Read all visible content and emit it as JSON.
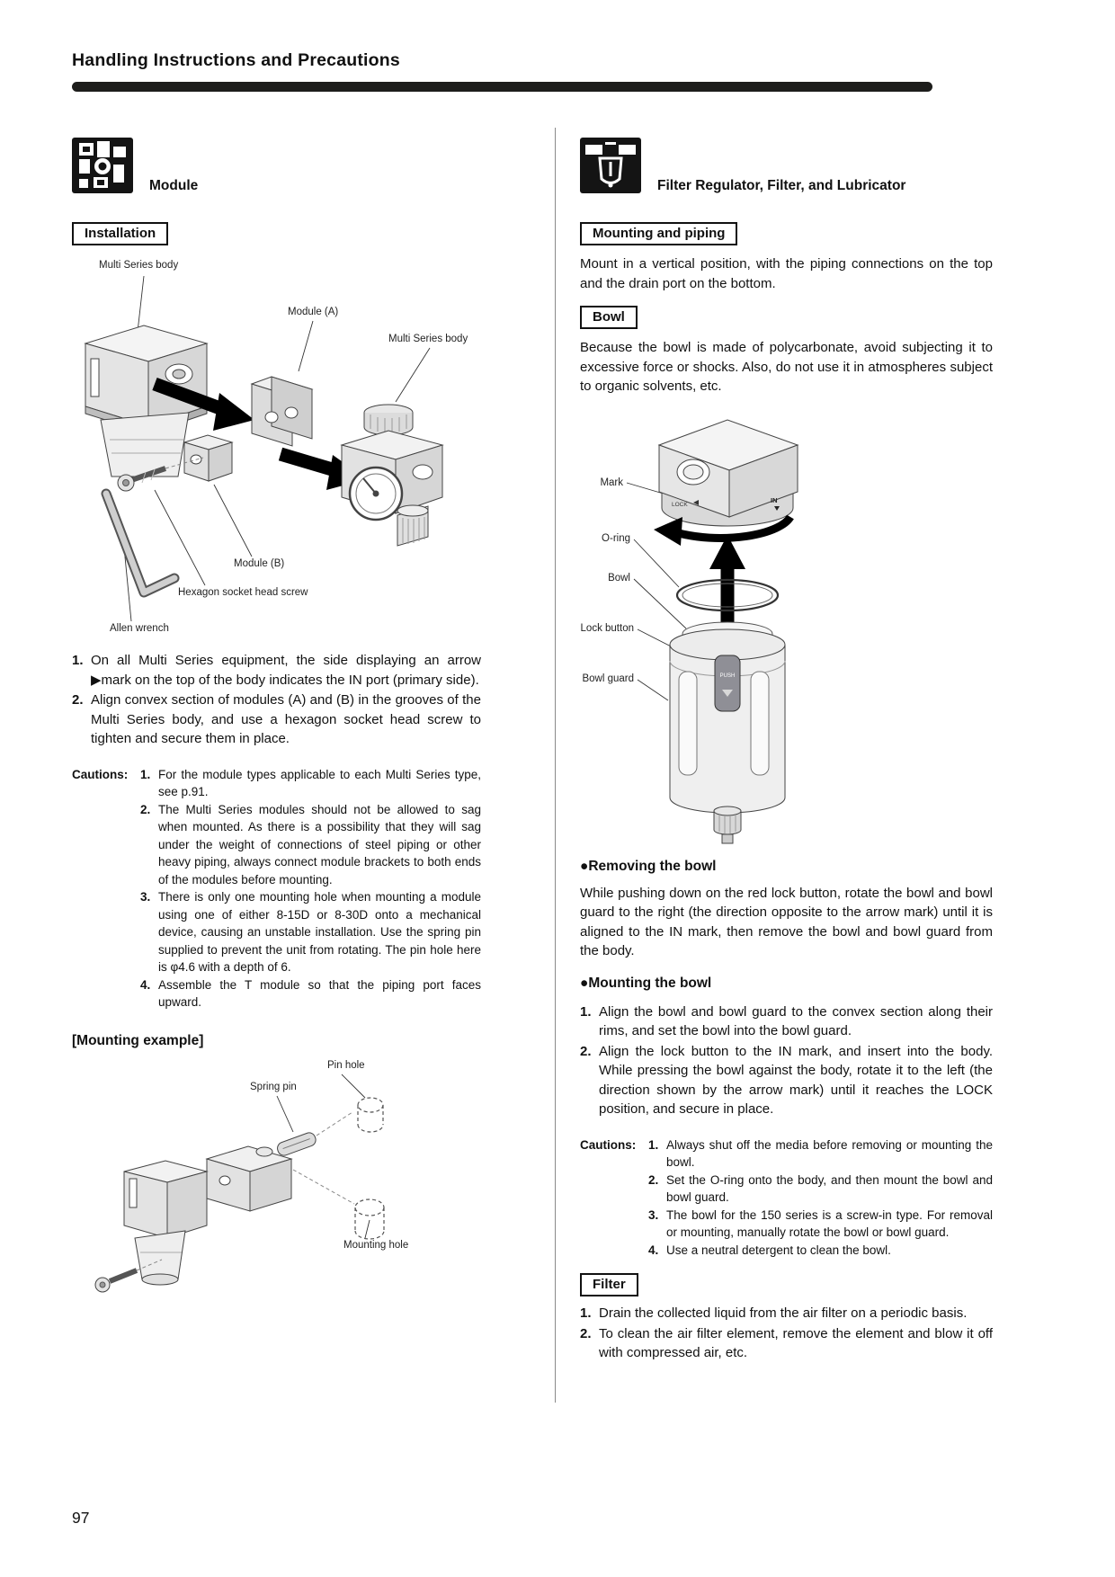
{
  "page": {
    "title": "Handling Instructions and Precautions",
    "page_number": "97"
  },
  "left_column": {
    "section": {
      "icon": "module-icon",
      "title": "Module"
    },
    "installation_box": "Installation",
    "diagram_installation": {
      "labels": {
        "multi_series_body_left": "Multi Series body",
        "module_a": "Module (A)",
        "multi_series_body_right": "Multi Series body",
        "module_b": "Module (B)",
        "hexagon_screw": "Hexagon socket head screw",
        "allen_wrench": "Allen wrench"
      }
    },
    "steps": [
      {
        "num": "1.",
        "text": "On all Multi Series equipment, the side displaying an arrow ▶mark on the top of the body indicates the IN port (primary side)."
      },
      {
        "num": "2.",
        "text": "Align convex section of modules (A) and (B) in the grooves of the Multi Series body, and use a hexagon socket head screw to tighten and secure them in place."
      }
    ],
    "cautions_label": "Cautions:",
    "cautions": [
      {
        "num": "1.",
        "text": "For the module types applicable to each Multi Series type, see p.91."
      },
      {
        "num": "2.",
        "text": "The Multi Series modules should not be allowed to sag when mounted. As there is a possibility that they will sag under the weight of connections of steel piping or other heavy piping, always connect module brackets to both ends of the modules before mounting."
      },
      {
        "num": "3.",
        "text": "There is only one mounting hole when mounting a module using one of either 8-15D or 8-30D onto a mechanical device, causing an unstable installation. Use the spring pin supplied to prevent the unit from rotating. The pin hole here is φ4.6 with a depth of 6."
      },
      {
        "num": "4.",
        "text": "Assemble the T module so that the piping port faces upward."
      }
    ],
    "mounting_example_label": "[Mounting example]",
    "diagram_mounting": {
      "labels": {
        "pin_hole": "Pin hole",
        "spring_pin": "Spring pin",
        "mounting_hole": "Mounting hole"
      }
    }
  },
  "right_column": {
    "section": {
      "icon": "filter-icon",
      "title": "Filter Regulator, Filter, and Lubricator"
    },
    "mounting_piping_box": "Mounting and piping",
    "mounting_piping_text": "Mount in a vertical position, with the piping connections on the top and the drain port on the bottom.",
    "bowl_box": "Bowl",
    "bowl_text": "Because the bowl is made of polycarbonate, avoid subjecting it to excessive force or shocks. Also, do not use it in atmospheres subject to organic solvents, etc.",
    "diagram_bowl": {
      "labels": {
        "mark": "Mark",
        "o_ring": "O-ring",
        "bowl": "Bowl",
        "lock_button": "Lock button",
        "bowl_guard": "Bowl guard"
      },
      "markings": {
        "lock": "LOCK",
        "in": "IN",
        "push": "PUSH"
      }
    },
    "removing_heading": "●Removing the bowl",
    "removing_text": "While pushing down on the red lock button, rotate the bowl and bowl guard to the right (the direction opposite to the arrow mark) until it is aligned to the IN mark, then remove the bowl and bowl guard from the body.",
    "mounting_heading": "●Mounting the bowl",
    "mounting_steps": [
      {
        "num": "1.",
        "text": "Align the bowl and bowl guard to the convex section along their rims, and set the bowl into the bowl guard."
      },
      {
        "num": "2.",
        "text": "Align the lock button to the IN mark, and insert into the body. While pressing the bowl against the body, rotate it to the left (the direction shown by the arrow mark) until it reaches the LOCK position, and secure in place."
      }
    ],
    "cautions_label": "Cautions:",
    "cautions": [
      {
        "num": "1.",
        "text": "Always shut off the media before removing or mounting the bowl."
      },
      {
        "num": "2.",
        "text": "Set the O-ring onto the body, and then mount the bowl and bowl guard."
      },
      {
        "num": "3.",
        "text": "The bowl for the 150 series is a screw-in type. For removal or mounting, manually rotate the bowl or bowl guard."
      },
      {
        "num": "4.",
        "text": "Use a neutral detergent to clean the bowl."
      }
    ],
    "filter_box": "Filter",
    "filter_steps": [
      {
        "num": "1.",
        "text": "Drain the collected liquid from the air filter on a periodic basis."
      },
      {
        "num": "2.",
        "text": "To clean the air filter element, remove the element and blow it off with compressed air, etc."
      }
    ]
  }
}
